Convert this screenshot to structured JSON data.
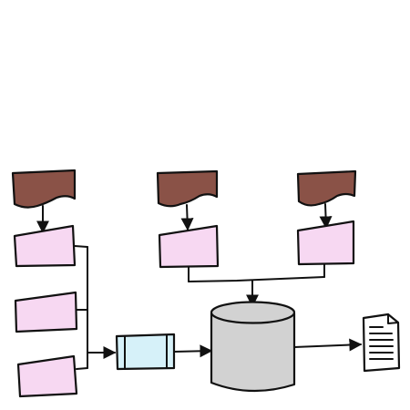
{
  "diagram": {
    "type": "data-flow",
    "colors": {
      "background": "#ffffff",
      "outline": "#111111",
      "source_document": "#8a5247",
      "input_form": "#f7d8f2",
      "process": "#d6f1f9",
      "database": "#d2d2d2",
      "report": "#ffffff"
    },
    "nodes": [
      {
        "id": "source-document-1",
        "shape": "document",
        "icon": "document-icon"
      },
      {
        "id": "source-document-2",
        "shape": "document",
        "icon": "document-icon"
      },
      {
        "id": "source-document-3",
        "shape": "document",
        "icon": "document-icon"
      },
      {
        "id": "manual-input-1",
        "shape": "manual-input"
      },
      {
        "id": "manual-input-2",
        "shape": "manual-input"
      },
      {
        "id": "manual-input-3",
        "shape": "manual-input"
      },
      {
        "id": "manual-input-4",
        "shape": "manual-input"
      },
      {
        "id": "manual-input-5",
        "shape": "manual-input"
      },
      {
        "id": "predefined-process",
        "shape": "predefined-process"
      },
      {
        "id": "database",
        "shape": "cylinder",
        "icon": "database-icon"
      },
      {
        "id": "report",
        "shape": "document-lines",
        "icon": "report-icon"
      }
    ],
    "edges": [
      {
        "from": "source-document-1",
        "to": "manual-input-1"
      },
      {
        "from": "source-document-2",
        "to": "manual-input-4"
      },
      {
        "from": "source-document-3",
        "to": "manual-input-5"
      },
      {
        "from": [
          "manual-input-1",
          "manual-input-2",
          "manual-input-3"
        ],
        "to": "predefined-process"
      },
      {
        "from": [
          "manual-input-4",
          "manual-input-5"
        ],
        "to": "database"
      },
      {
        "from": "predefined-process",
        "to": "database"
      },
      {
        "from": "database",
        "to": "report"
      }
    ]
  }
}
